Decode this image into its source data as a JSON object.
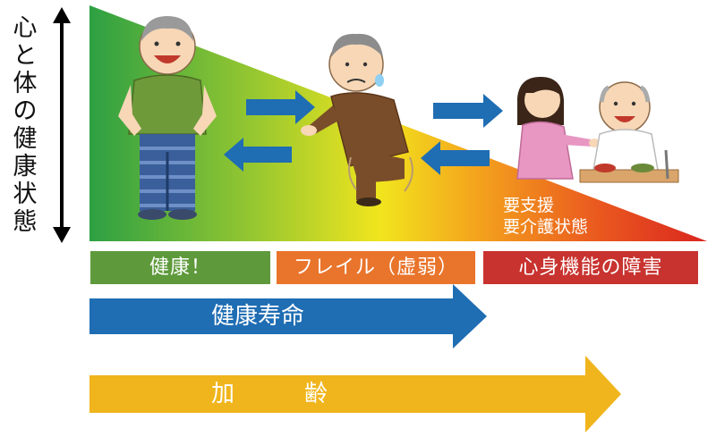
{
  "vertical_label": [
    "心",
    "と",
    "体",
    "の",
    "健",
    "康",
    "状",
    "態"
  ],
  "stages": {
    "healthy": "健康！",
    "frailty": "フレイル（虚弱）",
    "disability": "心身機能の障害"
  },
  "care_state": [
    "要支援",
    "要介護状態"
  ],
  "healthy_life_expectancy": "健康寿命",
  "aging": "加　　　齢",
  "colors": {
    "green": "#5e9a3c",
    "orange": "#e9742b",
    "red": "#c8332f",
    "blue": "#1f6db3",
    "gold": "#f0b51c"
  },
  "icons": [
    "double-arrow-icon",
    "healthy-elder-figure",
    "frail-elder-figure",
    "caregiver-figure",
    "care-receiver-figure"
  ]
}
